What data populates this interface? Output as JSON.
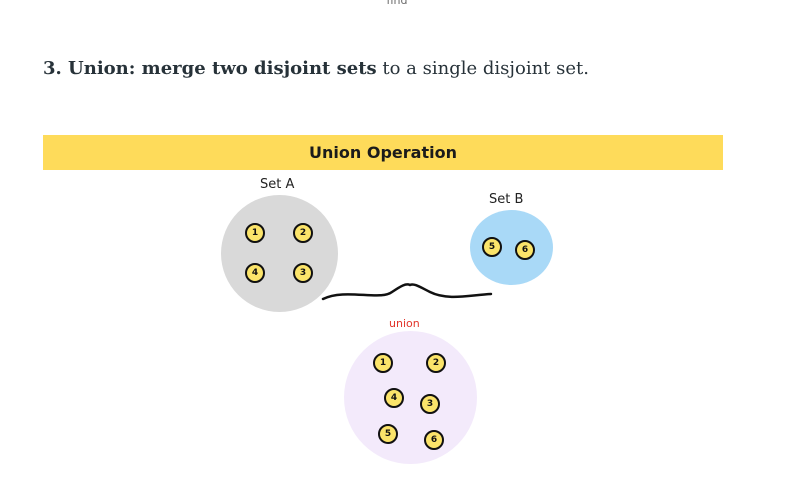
{
  "top_caption": "find",
  "paragraph": {
    "bold": "3. Union: merge two disjoint sets",
    "rest": " to a single disjoint set."
  },
  "figure": {
    "banner_title": "Union Operation",
    "set_a_label": "Set A",
    "set_b_label": "Set B",
    "union_label": "union",
    "set_a_nodes": [
      "1",
      "2",
      "4",
      "3"
    ],
    "set_b_nodes": [
      "5",
      "6"
    ],
    "union_nodes": [
      "1",
      "2",
      "4",
      "3",
      "5",
      "6"
    ],
    "colors": {
      "banner": "#fedb5a",
      "set_a_fill": "#d9d9d9",
      "set_b_fill": "#a9d9f7",
      "union_fill": "#f3eafb",
      "node_fill": "#fbe46a",
      "union_label": "#e2352b"
    }
  }
}
